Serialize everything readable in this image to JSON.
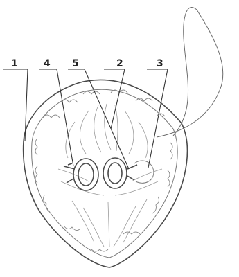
{
  "labels": [
    {
      "id": "1",
      "text": "1"
    },
    {
      "id": "2",
      "text": "2"
    },
    {
      "id": "3",
      "text": "3"
    },
    {
      "id": "4",
      "text": "4"
    },
    {
      "id": "5",
      "text": "5"
    }
  ],
  "colors": {
    "ink": "#4a4a4a",
    "ink_light": "#8a8a8a",
    "paper": "#ffffff"
  }
}
